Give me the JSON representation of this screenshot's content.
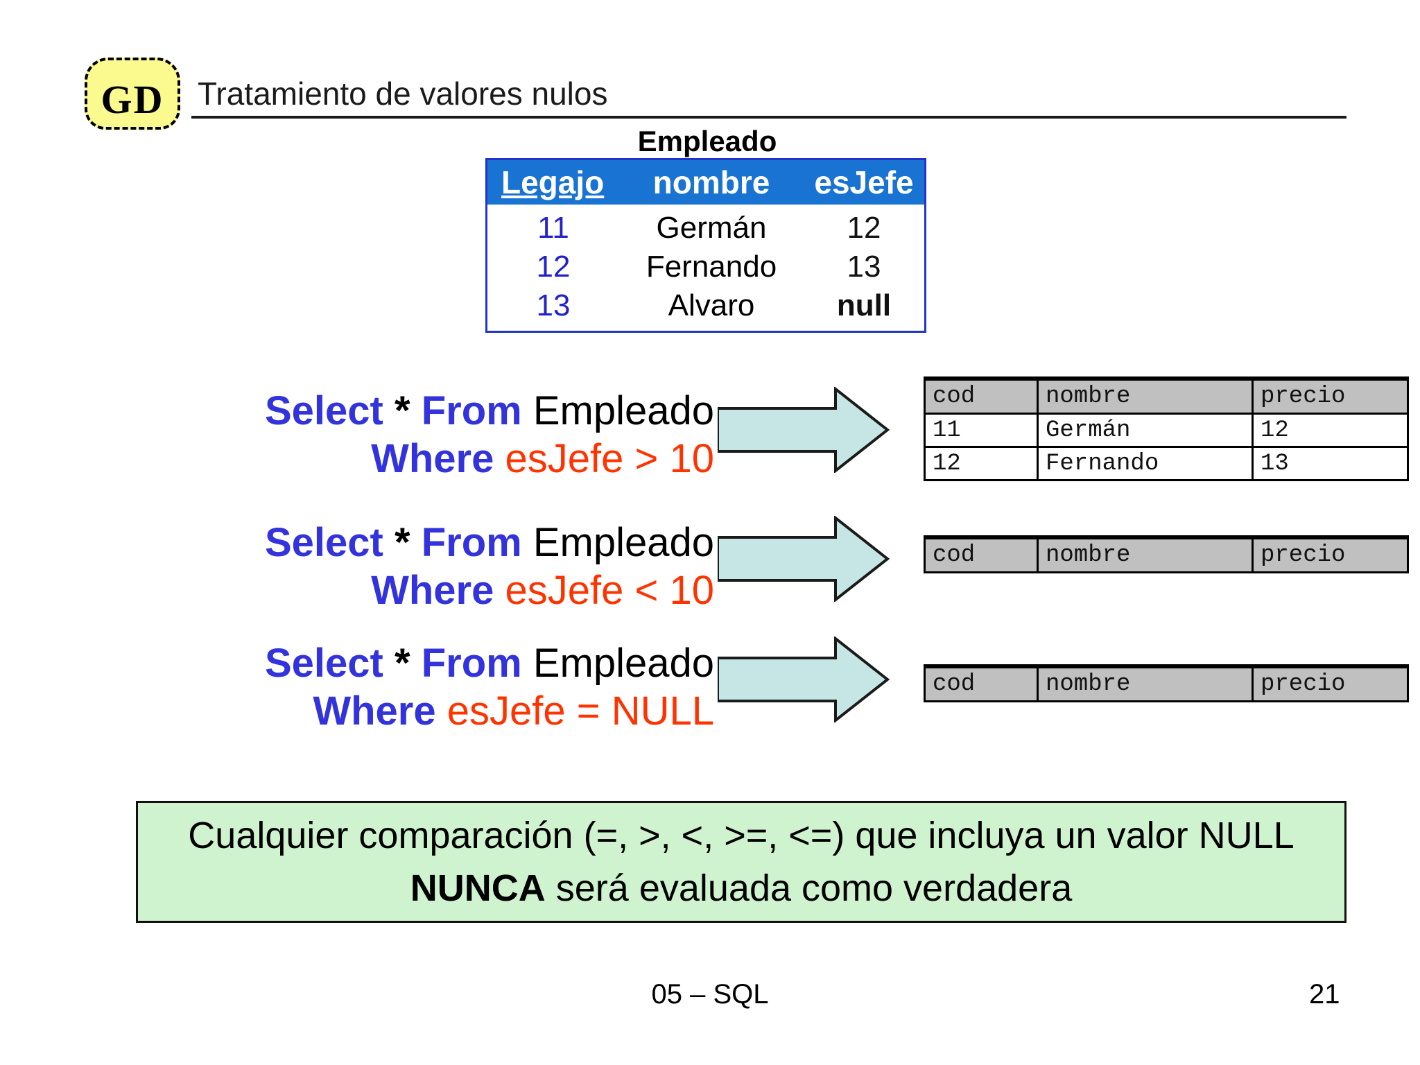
{
  "slide": {
    "logo_text": "GD",
    "title": "Tratamiento de valores nulos",
    "footer_left": "05 – SQL",
    "page_number": "21"
  },
  "empleado_table": {
    "caption": "Empleado",
    "headers": [
      "Legajo",
      "nombre",
      "esJefe"
    ],
    "rows": [
      [
        "11",
        "Germán",
        "12"
      ],
      [
        "12",
        "Fernando",
        "13"
      ],
      [
        "13",
        "Alvaro",
        "null"
      ]
    ]
  },
  "queries": [
    {
      "select": "Select",
      "star": "*",
      "from": "From",
      "table": "Empleado",
      "where": "Where",
      "condition": "esJefe > 10"
    },
    {
      "select": "Select",
      "star": "*",
      "from": "From",
      "table": "Empleado",
      "where": "Where",
      "condition": "esJefe < 10"
    },
    {
      "select": "Select",
      "star": "*",
      "from": "From",
      "table": "Empleado",
      "where": "Where",
      "condition": "esJefe = NULL"
    }
  ],
  "result_tables": [
    {
      "headers": [
        "cod",
        "nombre",
        "precio"
      ],
      "rows": [
        [
          "11",
          "Germán",
          "12"
        ],
        [
          "12",
          "Fernando",
          "13"
        ]
      ]
    },
    {
      "headers": [
        "cod",
        "nombre",
        "precio"
      ],
      "rows": []
    },
    {
      "headers": [
        "cod",
        "nombre",
        "precio"
      ],
      "rows": []
    }
  ],
  "note": {
    "line1": "Cualquier comparación (=, >, <, >=, <=) que incluya un valor NULL",
    "line2_bold": "NUNCA",
    "line2_rest": " será evaluada como verdadera"
  },
  "colors": {
    "table_header_blue": "#1973D2",
    "value_blue": "#2222CC",
    "keyword_blue": "#3333DD",
    "condition_red": "#FF3300",
    "arrow_fill": "#C5E6E5",
    "result_header_gray": "#C0C0C0",
    "note_green": "#CFF2CF",
    "logo_yellow": "#FAFA8F"
  }
}
